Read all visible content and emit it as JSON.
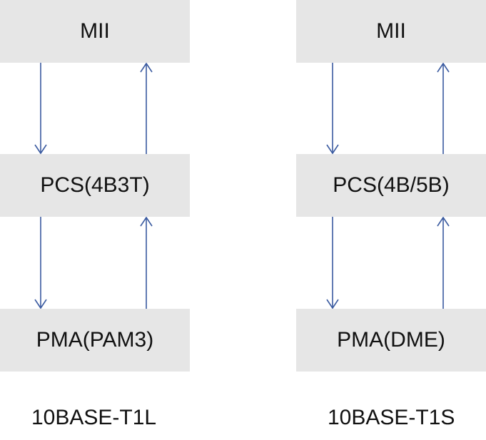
{
  "stacks": [
    {
      "layers": [
        "MII",
        "PCS(4B3T)",
        "PMA(PAM3)"
      ],
      "caption": "10BASE-T1L"
    },
    {
      "layers": [
        "MII",
        "PCS(4B/5B)",
        "PMA(DME)"
      ],
      "caption": "10BASE-T1S"
    }
  ],
  "colors": {
    "layer_fill": "#e6e6e6",
    "arrow": "#3a5aa0",
    "text": "#111111"
  }
}
